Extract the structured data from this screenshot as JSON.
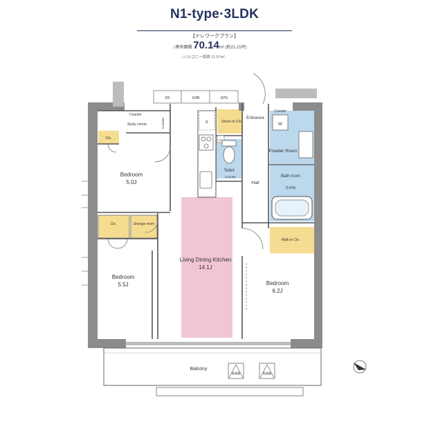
{
  "header": {
    "title": "N1-type·3LDK",
    "subtitle": "【テレワークプラン】",
    "area_label": "□専有面積",
    "area_value": "70.14",
    "area_unit": "m²",
    "area_tsubo": "(約21.21坪)",
    "balcony_area": "□バルコニー面積 11.57m²"
  },
  "rooms": {
    "bedroom_1": {
      "name": "Bedroom",
      "size": "5.0J"
    },
    "bedroom_2": {
      "name": "Bedroom",
      "size": "5.5J"
    },
    "bedroom_3": {
      "name": "Bedroom",
      "size": "6.2J"
    },
    "ldk": {
      "name": "Living Dining Kitchen",
      "size": "14.1J"
    },
    "study_corner": "Study corner",
    "counter_top": "Counter",
    "counter_right": "Counter",
    "counter_vertical": "Counter",
    "shoes": "Shoes in Clo.",
    "entrance": "Entrance",
    "powder_room": "Powder Room",
    "bath_room": "Bath room",
    "bath_size": "(1418)",
    "hall": "Hall",
    "toilet": "Toilet",
    "toilet_counter": "Counter",
    "walk_in": "Walk in Clo.",
    "clo_small": "Clo.",
    "clo_mid": "Clo.",
    "storage": "Storage room",
    "balcony": "Balcony",
    "washer": "W",
    "fridge": "R",
    "pantry": "PS",
    "outdoor_unit_1": "給湯器",
    "outdoor_unit_2": "給湯器"
  },
  "ducts": [
    "DS",
    "GHB",
    "EPS"
  ],
  "colors": {
    "navy": "#24305e",
    "closet": "#f6dc91",
    "wet_area": "#bcd8ec",
    "ldk_highlight": "#f2c5d6",
    "wall": "#8c8c8c"
  }
}
